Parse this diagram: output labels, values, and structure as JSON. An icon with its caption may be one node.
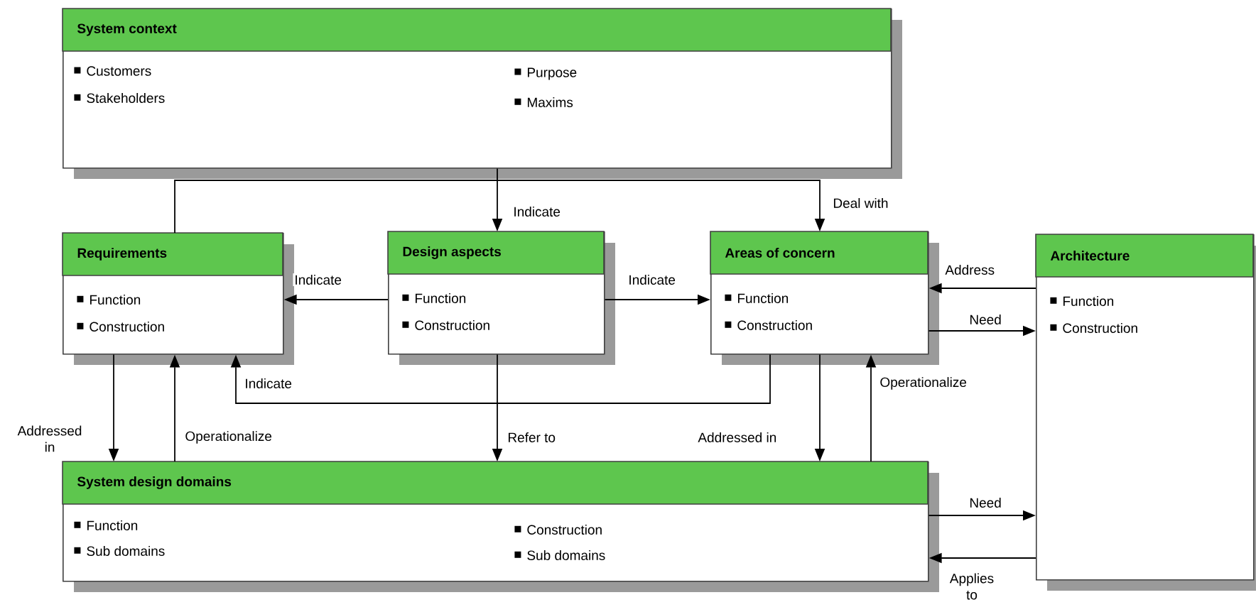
{
  "diagram": {
    "nodes": [
      {
        "text": [
          "System context",
          "Customers",
          "Stakeholders",
          "Purpose",
          "Maxims"
        ]
      },
      {
        "text": [
          "Requirements",
          "Function",
          "Construction"
        ]
      },
      {
        "text": [
          "Design aspects",
          "Function",
          "Construction"
        ]
      },
      {
        "text": [
          "Areas of concern",
          "Function",
          "Construction"
        ]
      },
      {
        "text": [
          "Architecture",
          "Function",
          "Construction"
        ]
      },
      {
        "text": [
          "System design domains",
          "Function",
          "Sub domains",
          "Construction",
          "Sub domains"
        ]
      }
    ],
    "edges": [
      {
        "from": 0,
        "to": 2,
        "arrow": "to",
        "label": "Indicate"
      },
      {
        "from": 1,
        "to": 3,
        "arrow": "to",
        "label": "Deal with"
      },
      {
        "from": 2,
        "to": 1,
        "arrow": "to",
        "label": "Indicate"
      },
      {
        "from": 2,
        "to": 3,
        "arrow": "to",
        "label": "Indicate"
      },
      {
        "from": 4,
        "to": 3,
        "arrow": "to",
        "label": "Address"
      },
      {
        "from": 3,
        "to": 4,
        "arrow": "to",
        "label": "Need"
      },
      {
        "from": 3,
        "to": 1,
        "arrow": "to",
        "label": "Indicate"
      },
      {
        "from": 1,
        "to": 5,
        "arrow": "to",
        "label": "Addressed in"
      },
      {
        "from": 5,
        "to": 1,
        "arrow": "to",
        "label": "Operationalize"
      },
      {
        "from": 2,
        "to": 5,
        "arrow": "to",
        "label": "Refer to"
      },
      {
        "from": 3,
        "to": 5,
        "arrow": "to",
        "label": "Addressed in"
      },
      {
        "from": 5,
        "to": 3,
        "arrow": "to",
        "label": "Operationalize"
      },
      {
        "from": 5,
        "to": 4,
        "arrow": "to",
        "label": "Need"
      },
      {
        "from": 4,
        "to": 5,
        "arrow": "to",
        "label": "Applies to"
      }
    ]
  }
}
